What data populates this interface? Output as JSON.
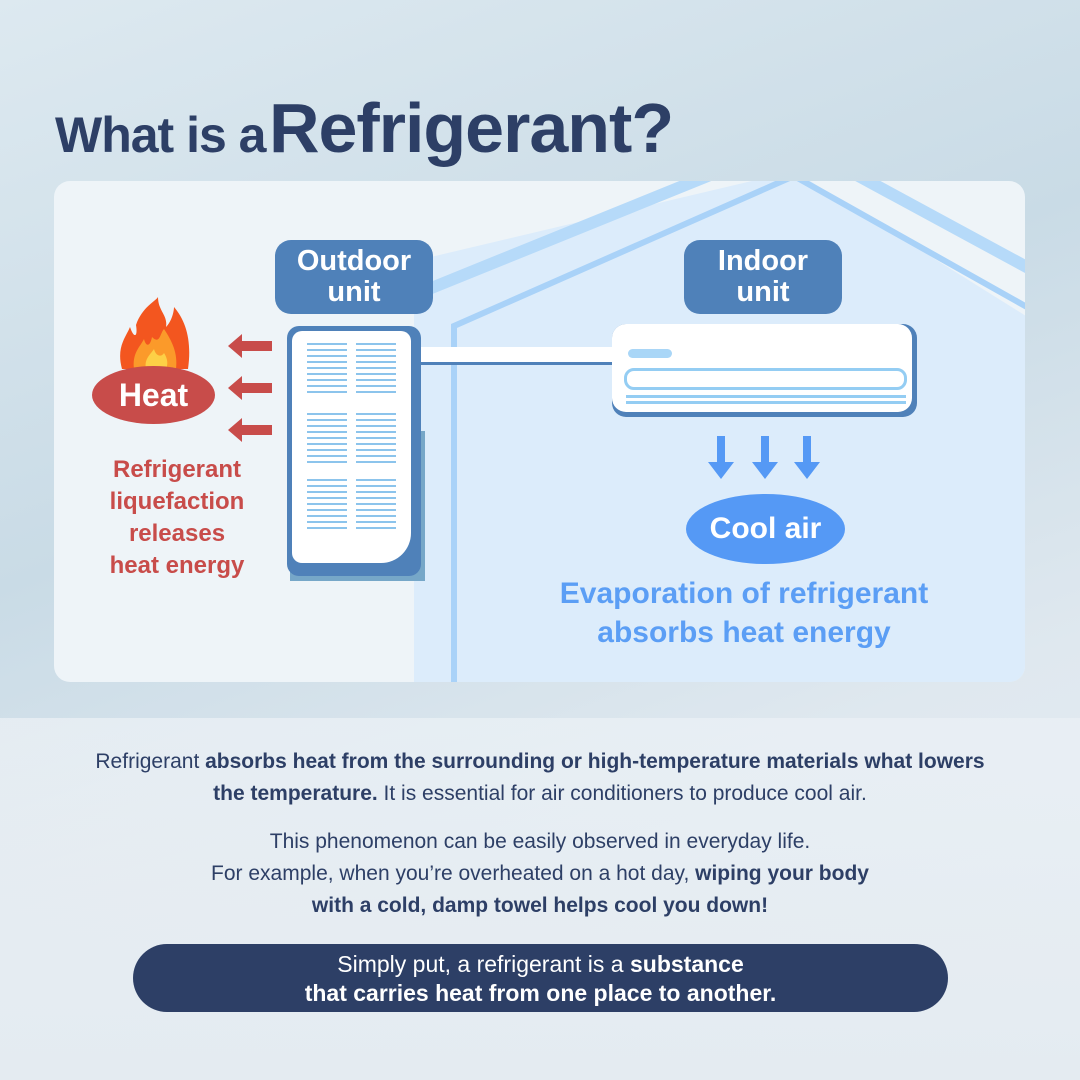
{
  "title": {
    "prefix": "What is a",
    "main": "Refrigerant?"
  },
  "diagram": {
    "outdoor_label_1": "Outdoor",
    "outdoor_label_2": "unit",
    "indoor_label_1": "Indoor",
    "indoor_label_2": "unit",
    "heat_label": "Heat",
    "heat_caption": [
      "Refrigerant",
      "liquefaction",
      "releases",
      "heat energy"
    ],
    "cool_label": "Cool air",
    "cool_caption": [
      "Evaporation of refrigerant",
      "absorbs heat energy"
    ]
  },
  "body": {
    "p1_a": "Refrigerant ",
    "p1_b": "absorbs heat from the surrounding or high-temperature materials what lowers",
    "p1_c": "the temperature.",
    "p1_d": " It is essential for air conditioners to produce cool air.",
    "p2_a": "This phenomenon can be easily observed in everyday life.",
    "p2_b": "For example, when you’re overheated on a hot day, ",
    "p2_c": "wiping your body",
    "p2_d": "with a cold, damp towel helps cool you down!"
  },
  "banner": {
    "a": "Simply put, a refrigerant is a ",
    "b": "substance",
    "c": "that carries heat from one place to another."
  },
  "colors": {
    "navy": "#2d3f66",
    "heat": "#c84c4a",
    "cool": "#5599f5",
    "unit": "#4f81b9"
  }
}
